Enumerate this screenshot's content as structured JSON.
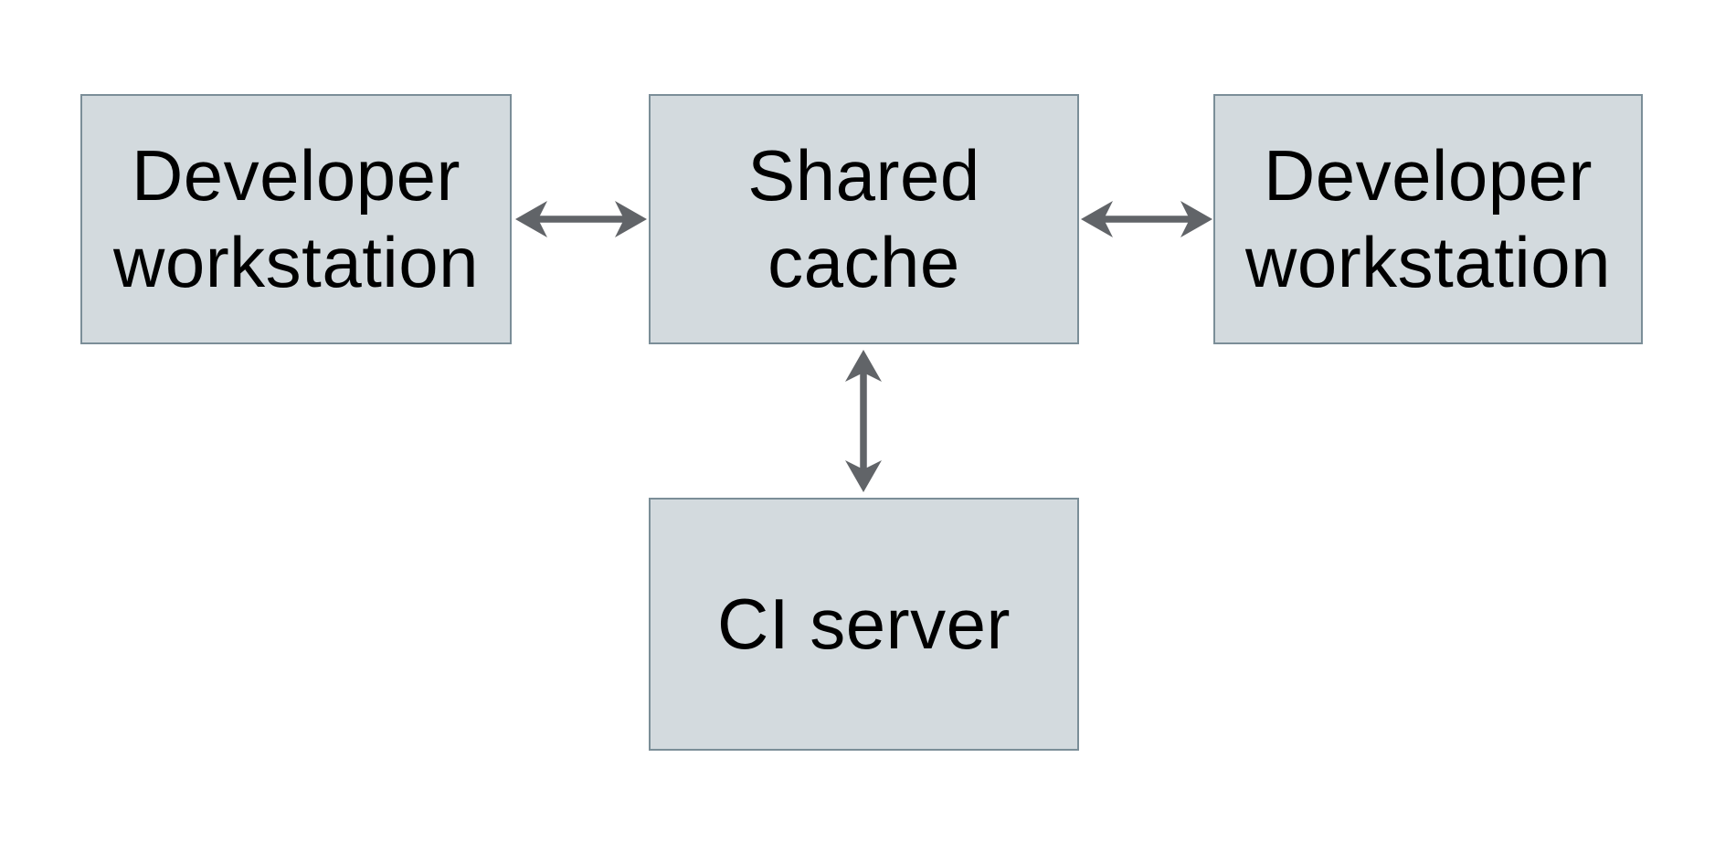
{
  "diagram": {
    "nodes": [
      {
        "id": "developer-workstation-left",
        "label": "Developer\nworkstation"
      },
      {
        "id": "shared-cache",
        "label": "Shared\ncache"
      },
      {
        "id": "developer-workstation-right",
        "label": "Developer\nworkstation"
      },
      {
        "id": "ci-server",
        "label": "CI server"
      }
    ],
    "edges": [
      {
        "from": "developer-workstation-left",
        "to": "shared-cache",
        "direction": "bidirectional"
      },
      {
        "from": "shared-cache",
        "to": "developer-workstation-right",
        "direction": "bidirectional"
      },
      {
        "from": "shared-cache",
        "to": "ci-server",
        "direction": "bidirectional"
      }
    ],
    "colors": {
      "background": "#ffffff",
      "node_fill": "#d3dade",
      "node_border": "#7b8e98",
      "arrow": "#616468",
      "text": "#000000"
    }
  }
}
